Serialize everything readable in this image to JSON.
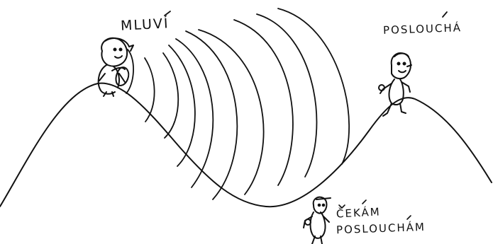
{
  "labels": {
    "speaker": "MLUVÍ",
    "listener": "POSLOUCHÁ",
    "waiting_line1": "ČEKÁM",
    "waiting_line2": "POSLOUCHÁM"
  },
  "colors": {
    "ink": "#111111",
    "background": "#ffffff"
  }
}
